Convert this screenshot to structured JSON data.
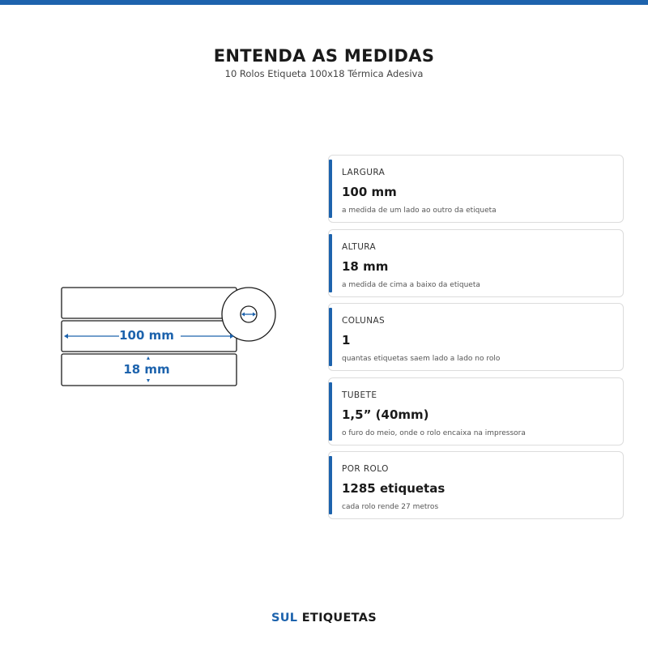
{
  "header": {
    "title": "ENTENDA AS MEDIDAS",
    "subtitle": "10 Rolos Etiqueta 100x18 Térmica Adesiva"
  },
  "diagram": {
    "width_label": "100 mm",
    "height_label": "18 mm"
  },
  "specs": [
    {
      "label": "LARGURA",
      "value": "100 mm",
      "description": "a medida de um lado ao outro da etiqueta"
    },
    {
      "label": "ALTURA",
      "value": "18 mm",
      "description": "a medida de cima a baixo da etiqueta"
    },
    {
      "label": "COLUNAS",
      "value": "1",
      "description": "quantas etiquetas saem lado a lado no rolo"
    },
    {
      "label": "TUBETE",
      "value": "1,5” (40mm)",
      "description": "o furo do meio, onde o rolo encaixa na impressora"
    },
    {
      "label": "POR ROLO",
      "value": "1285 etiquetas",
      "description": "cada rolo rende 27 metros"
    }
  ],
  "brand": {
    "part1": "SUL",
    "part2": "ETIQUETAS"
  },
  "colors": {
    "accent": "#1d63ad",
    "text": "#1a1a1a",
    "border": "#dcdcdc"
  }
}
